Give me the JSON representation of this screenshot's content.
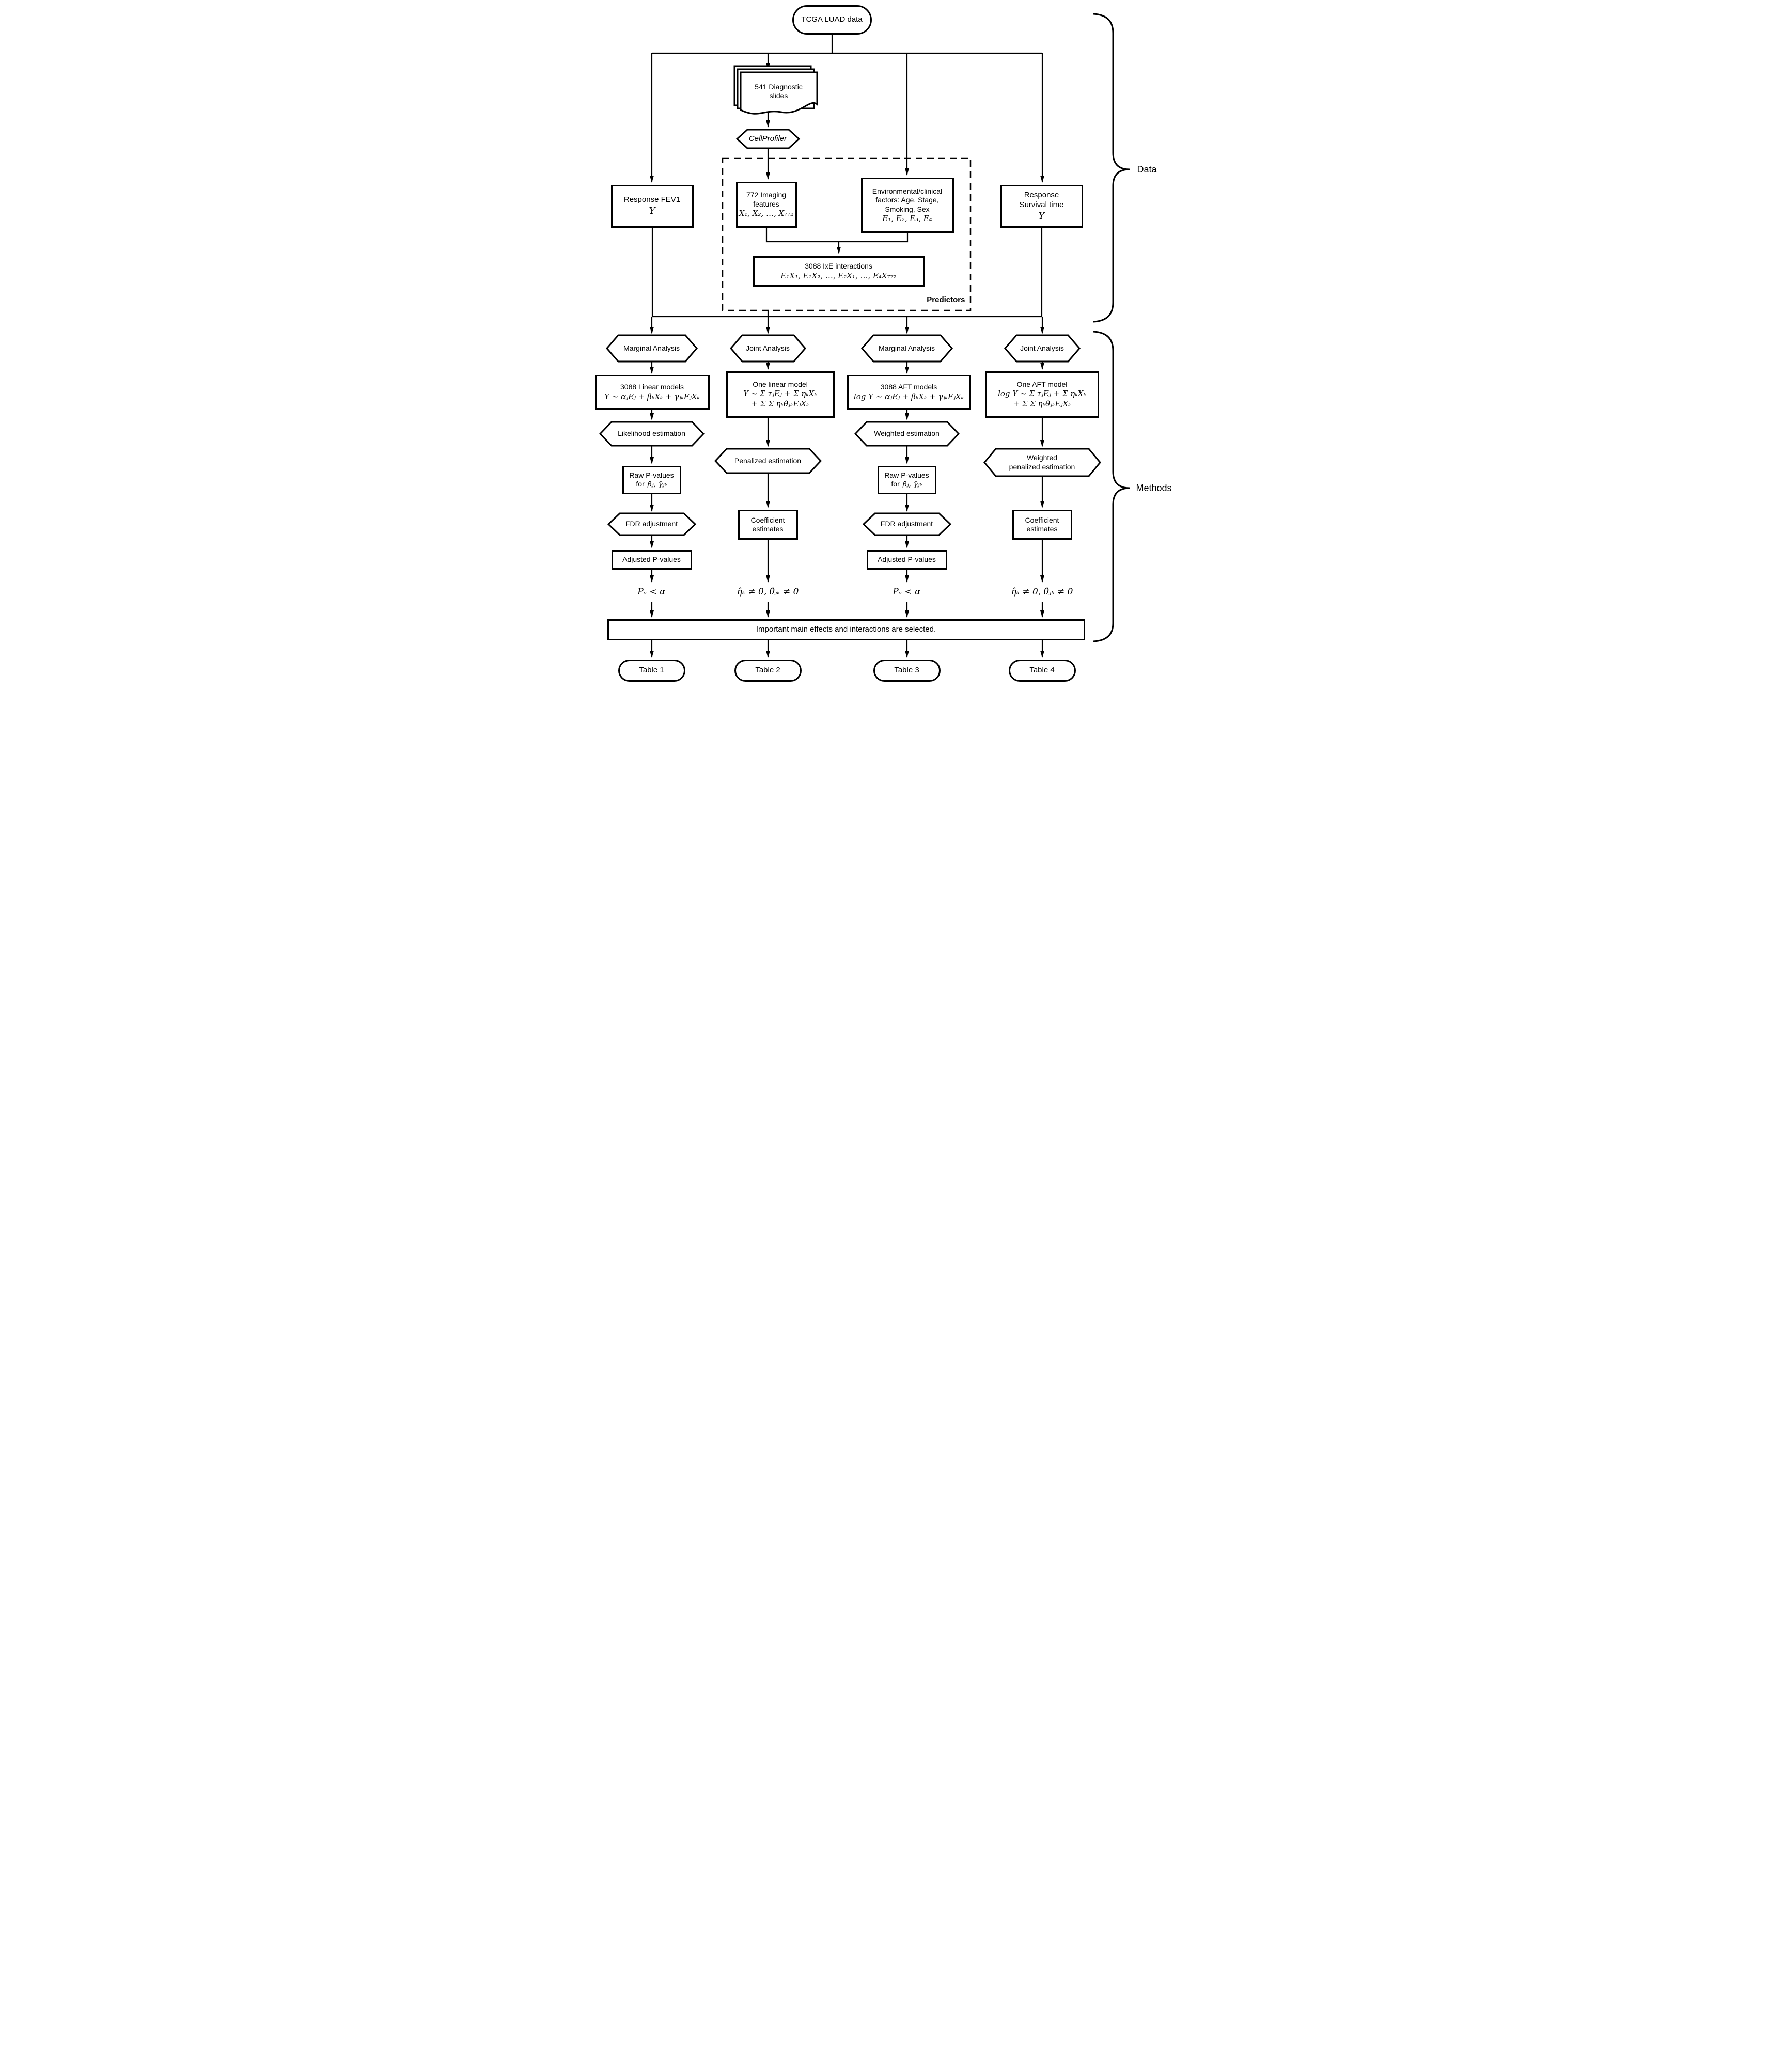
{
  "palette": {
    "ink": "#000000",
    "background": "#ffffff"
  },
  "diagram": {
    "tcga": "TCGA LUAD data",
    "slides": "541 Diagnostic\nslides",
    "cellprofiler": "CellProfiler",
    "predictors_label": "Predictors",
    "imaging": {
      "title": "772 Imaging\nfeatures",
      "formula": "X₁, X₂, …, X₇₇₂"
    },
    "environment": {
      "title": "Environmental/clinical\nfactors: Age, Stage,\nSmoking, Sex",
      "formula": "E₁, E₂, E₃, E₄"
    },
    "interactions": {
      "title": "3088 IxE interactions",
      "formula": "E₁X₁, E₁X₂, …, E₂X₁, …, E₄X₇₇₂"
    },
    "response_fev1": {
      "title": "Response FEV1",
      "formula": "Y"
    },
    "response_survival": {
      "title": "Response\nSurvival time",
      "formula": "Y"
    },
    "selection": "Important main effects and interactions are selected.",
    "braces": {
      "data": "Data",
      "methods": "Methods"
    },
    "columns": [
      {
        "analysis": "Marginal Analysis",
        "model_title": "3088 Linear models",
        "model_formula": "Y ∼ αⱼEⱼ + βₖXₖ + γⱼₖEⱼXₖ",
        "estimation": "Likelihood estimation",
        "raw_p_title": "Raw P-values",
        "raw_p_for": "for",
        "raw_p_formula": "β̂ⱼ, γ̂ⱼₖ",
        "fdr": "FDR adjustment",
        "adjusted": "Adjusted P-values",
        "criterion": "Pₐ < α",
        "table": "Table 1"
      },
      {
        "analysis": "Joint Analysis",
        "model_title": "One linear model",
        "model_formula": "Y ∼ Σ τⱼEⱼ + Σ ηₖXₖ\n+ Σ Σ ηₖθⱼₖEⱼXₖ",
        "estimation": "Penalized estimation",
        "coef": "Coefficient\nestimates",
        "criterion": "η̂ₖ ≠ 0, θ̂ⱼₖ ≠ 0",
        "table": "Table 2"
      },
      {
        "analysis": "Marginal Analysis",
        "model_title": "3088 AFT models",
        "model_formula": "log Y ∼ αⱼEⱼ + βₖXₖ + γⱼₖEⱼXₖ",
        "estimation": "Weighted estimation",
        "raw_p_title": "Raw P-values",
        "raw_p_for": "for",
        "raw_p_formula": "β̂ⱼ, γ̂ⱼₖ",
        "fdr": "FDR adjustment",
        "adjusted": "Adjusted P-values",
        "criterion": "Pₐ < α",
        "table": "Table 3"
      },
      {
        "analysis": "Joint Analysis",
        "model_title": "One AFT model",
        "model_formula": "log Y ∼ Σ τⱼEⱼ + Σ ηₖXₖ\n+ Σ Σ ηₖθⱼₖEⱼXₖ",
        "estimation": "Weighted\npenalized estimation",
        "coef": "Coefficient\nestimates",
        "criterion": "η̂ₖ ≠ 0, θ̂ⱼₖ ≠ 0",
        "table": "Table 4"
      }
    ]
  }
}
